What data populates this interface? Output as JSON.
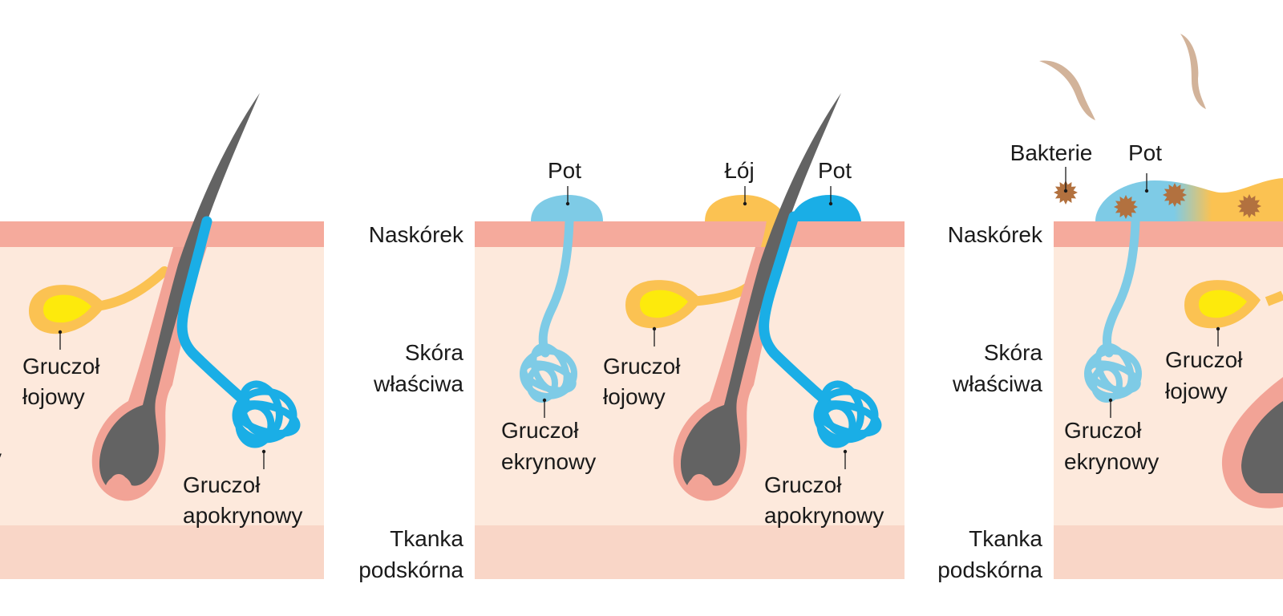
{
  "colors": {
    "epidermis": "#f5aa9c",
    "dermis": "#fde9dc",
    "hypodermis": "#f9d6c7",
    "hair": "#636363",
    "follicle": "#f2a396",
    "sebaceous_outer": "#fbc252",
    "sebaceous_inner": "#fdea0c",
    "eccrine": "#7ecbe6",
    "apocrine": "#1aaee6",
    "odor": "#d2b39a",
    "bacteria": "#b2713f",
    "text": "#1a1a1a"
  },
  "layer_labels": {
    "epidermis": "Naskórek",
    "dermis_line1": "Skóra",
    "dermis_line2": "właściwa",
    "hypodermis_line1": "Tkanka",
    "hypodermis_line2": "podskórna"
  },
  "panels": [
    {
      "id": "panel-1",
      "labels": {
        "sebaceous_line1": "Gruczoł",
        "sebaceous_line2": "łojowy",
        "apocrine_line1": "Gruczoł",
        "apocrine_line2": "apokrynowy",
        "partial_edge": "y"
      }
    },
    {
      "id": "panel-2",
      "labels": {
        "sweat_eccrine": "Pot",
        "sebum": "Łój",
        "sweat_apocrine": "Pot",
        "eccrine_line1": "Gruczoł",
        "eccrine_line2": "ekrynowy",
        "sebaceous_line1": "Gruczoł",
        "sebaceous_line2": "łojowy",
        "apocrine_line1": "Gruczoł",
        "apocrine_line2": "apokrynowy"
      }
    },
    {
      "id": "panel-3",
      "labels": {
        "bacteria": "Bakterie",
        "sweat": "Pot",
        "eccrine_line1": "Gruczoł",
        "eccrine_line2": "ekrynowy",
        "sebaceous_line1": "Gruczoł",
        "sebaceous_line2": "łojowy"
      }
    }
  ]
}
